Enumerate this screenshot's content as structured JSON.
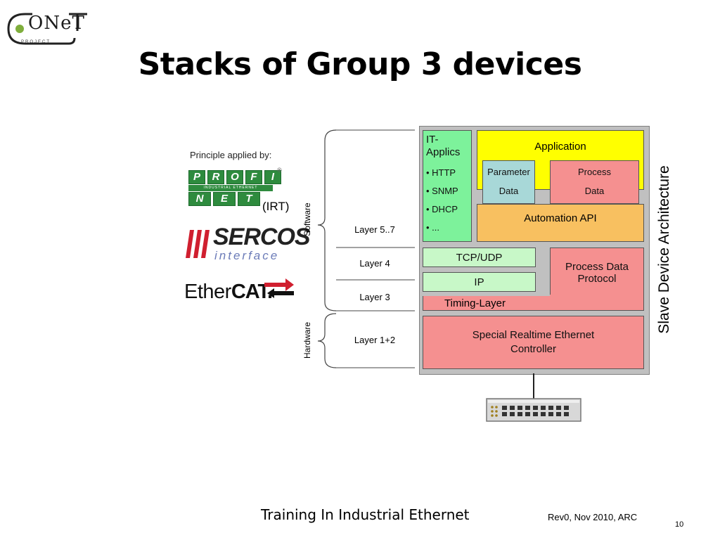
{
  "logo": {
    "text": "ONeT",
    "sub": "PROJECT"
  },
  "title": "Stacks of Group 3 devices",
  "principle_label": "Principle applied by:",
  "profinet": {
    "top": [
      "P",
      "R",
      "O",
      "F",
      "I"
    ],
    "bottom": [
      "N",
      "E",
      "T"
    ],
    "middle": "INDUSTRIAL ETHERNET",
    "reg": "®",
    "irt": "(IRT)"
  },
  "sercos": {
    "name": "SERCOS",
    "sub": "interface"
  },
  "ethercat": {
    "part1": "Ether",
    "part2": "CAT."
  },
  "sides": {
    "software": "Software",
    "hardware": "Hardware"
  },
  "layers": [
    "Layer 5..7",
    "Layer 4",
    "Layer 3",
    "Layer 1+2"
  ],
  "arch": {
    "it_title": "IT-\nApplics",
    "it_items": [
      "• HTTP",
      "• SNMP",
      "• DHCP",
      "• ..."
    ],
    "application": "Application",
    "parameter": [
      "Parameter",
      "Data"
    ],
    "process": [
      "Process",
      "Data"
    ],
    "automation_api": "Automation API",
    "tcp_udp": "TCP/UDP",
    "ip": "IP",
    "process_data_protocol": "Process Data\nProtocol",
    "timing": "Timing-Layer",
    "realtime": "Special Realtime Ethernet\nController",
    "label": "Slave Device Architecture"
  },
  "footer": {
    "center": "Training In Industrial Ethernet",
    "rev": "Rev0, Nov 2010, ARC",
    "page": "10"
  },
  "colors": {
    "app_yellow": "#ffff00",
    "it_green": "#7df29b",
    "red": "#f59090",
    "orange": "#f8c060",
    "light_green": "#c8f8c8",
    "cyan": "#a8d8d8",
    "gray": "#c0c0c0"
  }
}
